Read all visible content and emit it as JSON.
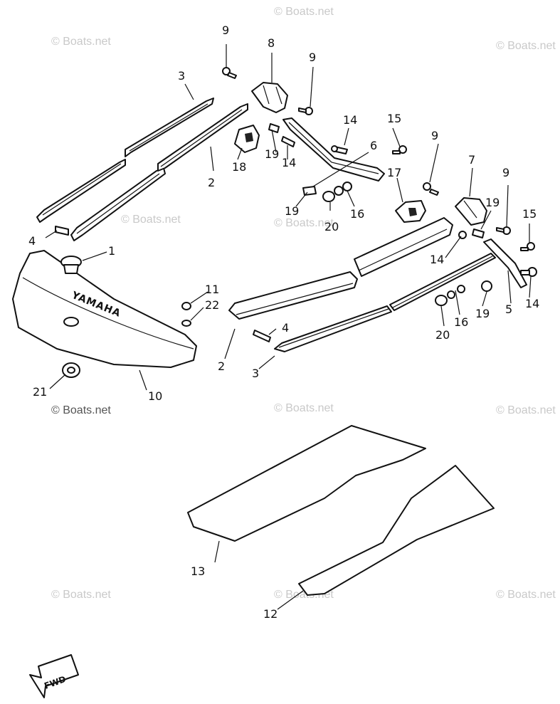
{
  "watermark": "© Boats.net",
  "brand_text": "YAMAHA",
  "fwd_label": "FWD",
  "callouts": {
    "c1": "1",
    "c2a": "2",
    "c2b": "2",
    "c3a": "3",
    "c3b": "3",
    "c4a": "4",
    "c4b": "4",
    "c5": "5",
    "c6": "6",
    "c7": "7",
    "c8": "8",
    "c9a": "9",
    "c9b": "9",
    "c9c": "9",
    "c9d": "9",
    "c10": "10",
    "c11": "11",
    "c12": "12",
    "c13": "13",
    "c14a": "14",
    "c14b": "14",
    "c14c": "14",
    "c14d": "14",
    "c15a": "15",
    "c15b": "15",
    "c16a": "16",
    "c16b": "16",
    "c17": "17",
    "c18": "18",
    "c19a": "19",
    "c19b": "19",
    "c19c": "19",
    "c19d": "19",
    "c20a": "20",
    "c20b": "20",
    "c21": "21",
    "c22": "22"
  }
}
